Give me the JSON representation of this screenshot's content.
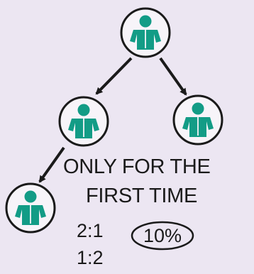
{
  "diagram": {
    "note_lines": [
      "ONLY FOR THE",
      "FIRST TIME"
    ],
    "ratios": [
      "2:1",
      "1:2"
    ],
    "percent_label": "10%",
    "colors": {
      "background": "#ece6f2",
      "person": "#139c86",
      "circle_fill": "#f7f4f9",
      "outline": "#1a1a1a"
    },
    "icons": [
      "person-icon",
      "person-icon",
      "person-icon",
      "person-icon"
    ]
  }
}
